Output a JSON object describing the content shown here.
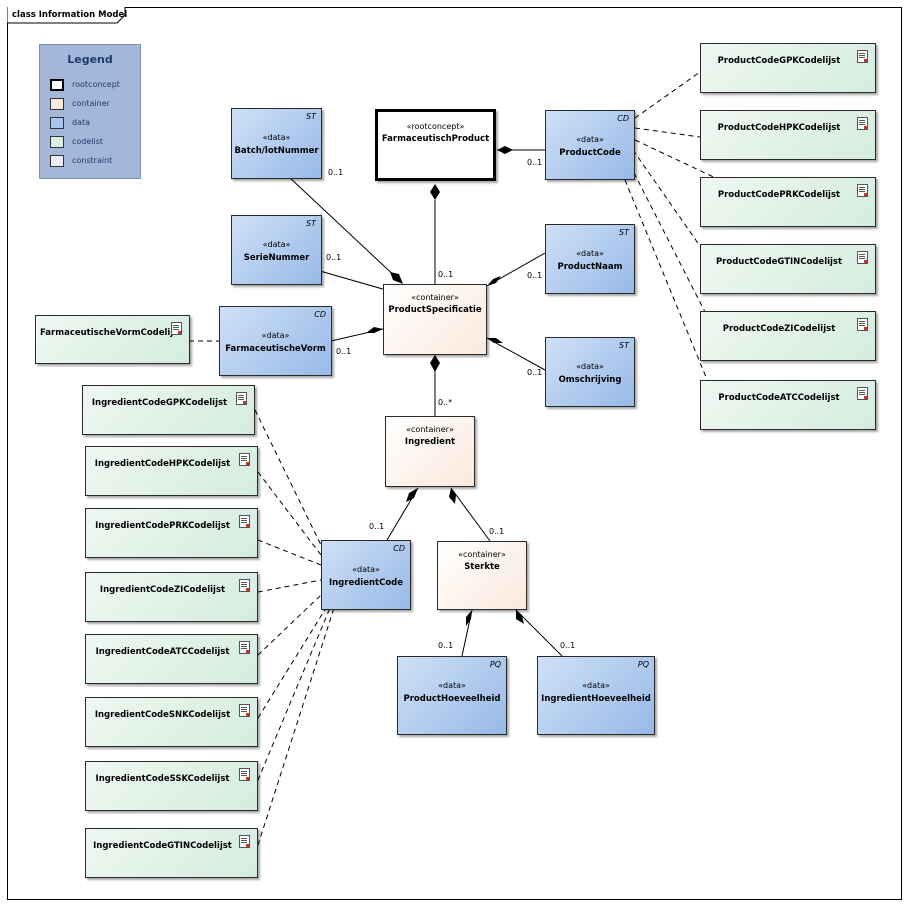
{
  "frame_title": "class Information Model",
  "legend": {
    "title": "Legend",
    "items": [
      {
        "label": "rootconcept",
        "color": "#ffffff"
      },
      {
        "label": "container",
        "color": "#fbe9dc"
      },
      {
        "label": "data",
        "color": "#a9c6ee"
      },
      {
        "label": "codelist",
        "color": "#d8efe2"
      },
      {
        "label": "constraint",
        "color": "#ececf6"
      }
    ]
  },
  "nodes": {
    "farmaceutisch_product": {
      "stereotype": "«rootconcept»",
      "name": "FarmaceutischProduct"
    },
    "batch_lot_nummer": {
      "stereotype": "«data»",
      "name": "Batch/lotNummer",
      "type": "ST"
    },
    "product_code": {
      "stereotype": "«data»",
      "name": "ProductCode",
      "type": "CD"
    },
    "serie_nummer": {
      "stereotype": "«data»",
      "name": "SerieNummer",
      "type": "ST"
    },
    "product_naam": {
      "stereotype": "«data»",
      "name": "ProductNaam",
      "type": "ST"
    },
    "product_specificatie": {
      "stereotype": "«container»",
      "name": "ProductSpecificatie"
    },
    "farmaceutische_vorm": {
      "stereotype": "«data»",
      "name": "FarmaceutischeVorm",
      "type": "CD"
    },
    "omschrijving": {
      "stereotype": "«data»",
      "name": "Omschrijving",
      "type": "ST"
    },
    "ingredient": {
      "stereotype": "«container»",
      "name": "Ingredient"
    },
    "ingredient_code": {
      "stereotype": "«data»",
      "name": "IngredientCode",
      "type": "CD"
    },
    "sterkte": {
      "stereotype": "«container»",
      "name": "Sterkte"
    },
    "product_hoeveelheid": {
      "stereotype": "«data»",
      "name": "ProductHoeveelheid",
      "type": "PQ"
    },
    "ingredient_hoeveelheid": {
      "stereotype": "«data»",
      "name": "IngredientHoeveelheid",
      "type": "PQ"
    }
  },
  "codelists": {
    "farmaceutische_vorm": "FarmaceutischeVormCodelijst",
    "product": [
      "ProductCodeGPKCodelijst",
      "ProductCodeHPKCodelijst",
      "ProductCodePRKCodelijst",
      "ProductCodeGTINCodelijst",
      "ProductCodeZICodelijst",
      "ProductCodeATCCodelijst"
    ],
    "ingredient": [
      "IngredientCodeGPKCodelijst",
      "IngredientCodeHPKCodelijst",
      "IngredientCodePRKCodelijst",
      "IngredientCodeZICodelijst",
      "IngredientCodeATCCodelijst",
      "IngredientCodeSNKCodelijst",
      "IngredientCodeSSKCodelijst",
      "IngredientCodeGTINCodelijst"
    ]
  },
  "multiplicities": {
    "batch": "0..1",
    "product_code": "0..1",
    "serie": "0..1",
    "product_naam": "0..1",
    "spec": "0..1",
    "vorm": "0..1",
    "omschrijving": "0..1",
    "ingredient": "0..*",
    "ingredient_code": "0..1",
    "sterkte": "0..1",
    "product_hoeveelheid": "0..1",
    "ingredient_hoeveelheid": "0..1"
  }
}
